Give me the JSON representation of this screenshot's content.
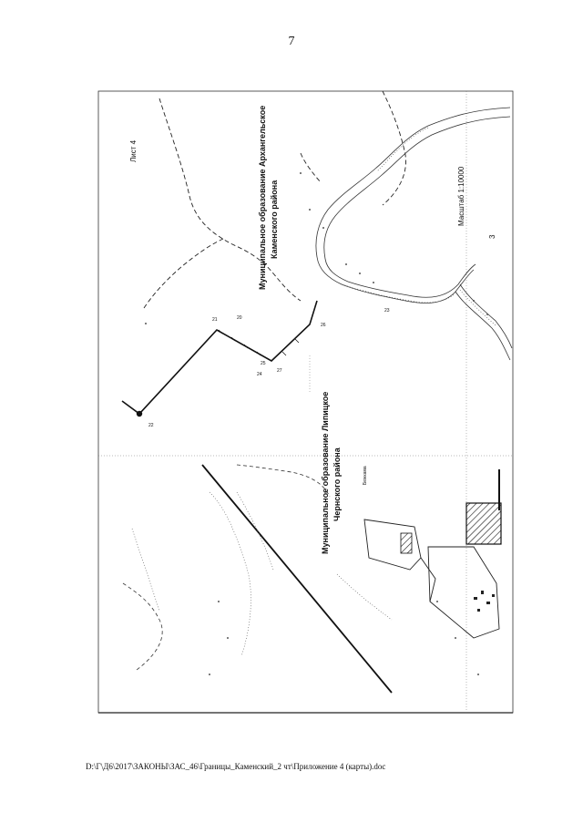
{
  "page_number": "7",
  "sheet_label": "Лист 4",
  "region_north": {
    "line1": "Муниципальное образование Архангельское",
    "line2": "Каменского района"
  },
  "region_south": {
    "line1": "Муниципальное образование Липицкое",
    "line2": "Чернского района"
  },
  "village_label": "Бежкама",
  "scale_label": "Масштаб 1:10000",
  "point_labels": [
    "22",
    "21",
    "20",
    "26",
    "27",
    "25",
    "24",
    "23",
    "3"
  ],
  "footer_path": "D:\\Г\\Д6\\2017\\ЗАКОНЫ\\ЗАС_46\\Границы_Каменский_2 чт\\Приложение 4 (карты).doc"
}
